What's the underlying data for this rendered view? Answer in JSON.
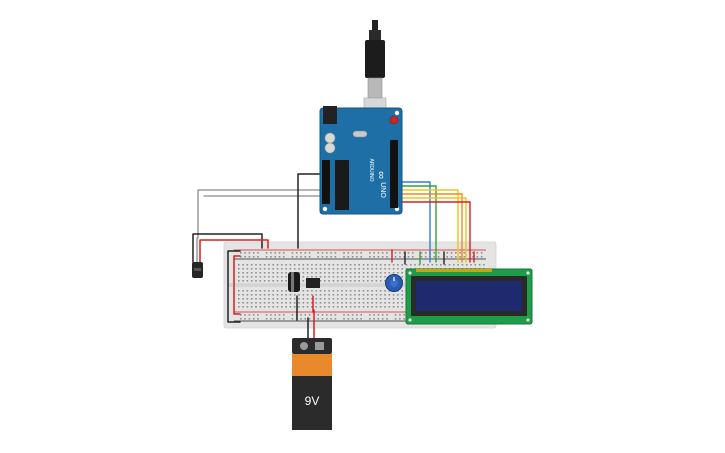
{
  "circuit": {
    "arduino": {
      "logo_text": "∞",
      "brand": "ARDUINO",
      "model": "UNO"
    },
    "battery": {
      "label": "9V",
      "body_color": "#e8892c",
      "cap_color": "#2b2b2b"
    },
    "lcd": {
      "board_color": "#1f9c49",
      "screen_color": "#1f2a6e"
    },
    "breadboard": {
      "color": "#e4e4e4"
    },
    "wires": {
      "red": "#d81e1e",
      "black": "#222222",
      "green": "#2fa43a",
      "blue": "#2f7fd6",
      "yellow": "#f0c419",
      "orange": "#f08a1a"
    }
  }
}
